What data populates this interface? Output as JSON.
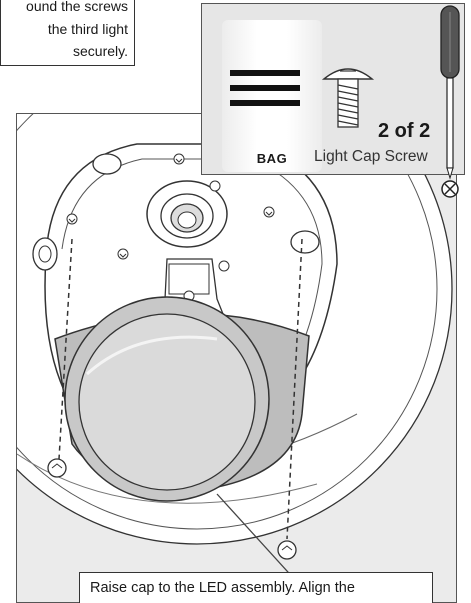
{
  "instruction_box": {
    "line1": "ound the screws",
    "line2": "the third light",
    "line3": "securely."
  },
  "parts_panel": {
    "bag_label": "BAG",
    "count_label": "2 of 2",
    "part_name": "Light Cap Screw",
    "icons": [
      "bag-icon",
      "screw-icon",
      "screwdriver-icon",
      "screw-head-icon"
    ]
  },
  "caption": {
    "text": "Raise cap to the LED assembly. Align the"
  }
}
